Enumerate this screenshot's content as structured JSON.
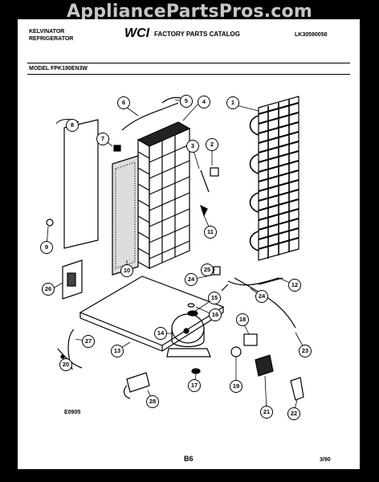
{
  "watermark": "AppliancePartsPros.com",
  "header": {
    "brand": "KELVINATOR",
    "product": "REFRIGERATOR",
    "logo_text": "WCI",
    "catalog_title": "FACTORY PARTS CATALOG",
    "catalog_number": "LK30590050"
  },
  "model": "MODEL FPK190EN3W",
  "footer": {
    "drawing_code": "E0905",
    "page": "B6",
    "date": "3/90"
  },
  "callouts": [
    {
      "label": "1"
    },
    {
      "label": "2"
    },
    {
      "label": "3"
    },
    {
      "label": "4"
    },
    {
      "label": "5"
    },
    {
      "label": "6"
    },
    {
      "label": "7"
    },
    {
      "label": "8"
    },
    {
      "label": "9"
    },
    {
      "label": "10"
    },
    {
      "label": "11"
    },
    {
      "label": "12"
    },
    {
      "label": "13"
    },
    {
      "label": "14"
    },
    {
      "label": "15"
    },
    {
      "label": "16"
    },
    {
      "label": "17"
    },
    {
      "label": "18"
    },
    {
      "label": "19"
    },
    {
      "label": "20"
    },
    {
      "label": "21"
    },
    {
      "label": "22"
    },
    {
      "label": "23"
    },
    {
      "label": "24"
    },
    {
      "label": "24"
    },
    {
      "label": "25"
    },
    {
      "label": "26"
    },
    {
      "label": "27"
    },
    {
      "label": "28"
    }
  ]
}
